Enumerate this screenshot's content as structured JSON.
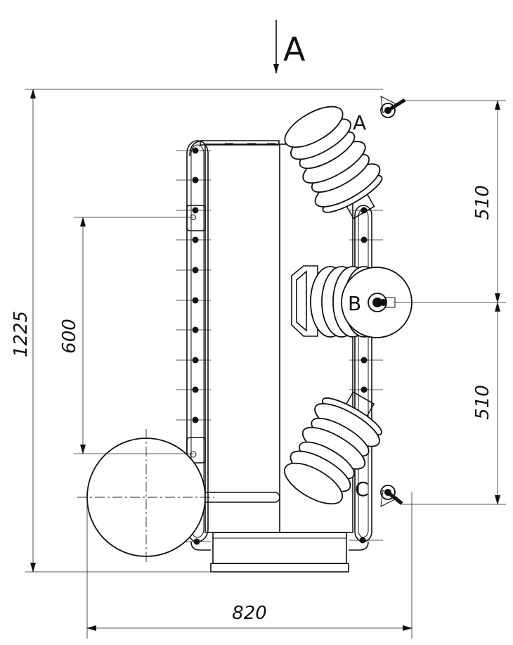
{
  "view_label": "A",
  "phases": [
    "A",
    "B",
    "C"
  ],
  "dimensions": {
    "overall_height": "1225",
    "bracket_spacing": "600",
    "phase_spacing_upper": "510",
    "phase_spacing_lower": "510",
    "overall_width": "820"
  }
}
